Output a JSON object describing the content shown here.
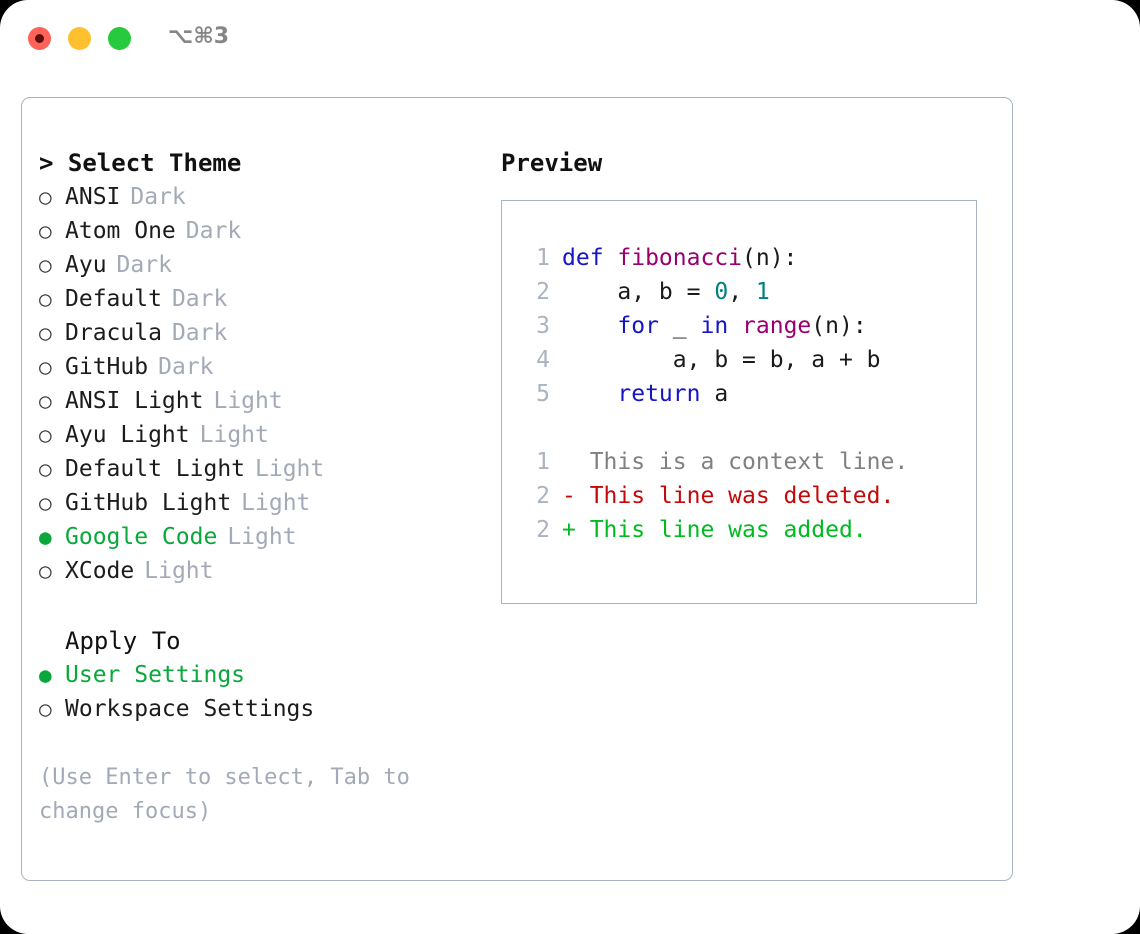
{
  "titlebar": {
    "shortcut": "⌥⌘3",
    "dots": [
      "close",
      "minimize",
      "maximize"
    ]
  },
  "theme_section": {
    "header": "> Select Theme",
    "header_focused": true,
    "bullet_unselected": "○",
    "bullet_selected": "●",
    "items": [
      {
        "label": "ANSI",
        "tag": "Dark",
        "selected": false
      },
      {
        "label": "Atom One",
        "tag": "Dark",
        "selected": false
      },
      {
        "label": "Ayu",
        "tag": "Dark",
        "selected": false
      },
      {
        "label": "Default",
        "tag": "Dark",
        "selected": false
      },
      {
        "label": "Dracula",
        "tag": "Dark",
        "selected": false
      },
      {
        "label": "GitHub",
        "tag": "Dark",
        "selected": false
      },
      {
        "label": "ANSI Light",
        "tag": "Light",
        "selected": false
      },
      {
        "label": "Ayu Light",
        "tag": "Light",
        "selected": false
      },
      {
        "label": "Default Light",
        "tag": "Light",
        "selected": false
      },
      {
        "label": "GitHub Light",
        "tag": "Light",
        "selected": false
      },
      {
        "label": "Google Code",
        "tag": "Light",
        "selected": true
      },
      {
        "label": "XCode",
        "tag": "Light",
        "selected": false
      }
    ]
  },
  "apply_section": {
    "header": "Apply To",
    "header_focused": false,
    "items": [
      {
        "label": "User Settings",
        "tag": "",
        "selected": true
      },
      {
        "label": "Workspace Settings",
        "tag": "",
        "selected": false
      }
    ]
  },
  "hint": "(Use Enter to select, Tab to change focus)",
  "preview": {
    "title": "Preview",
    "code_lines": [
      {
        "no": "1",
        "tokens": [
          {
            "t": "def ",
            "c": "kw"
          },
          {
            "t": "fibonacci",
            "c": "fn"
          },
          {
            "t": "(n):",
            "c": "pl"
          }
        ]
      },
      {
        "no": "2",
        "tokens": [
          {
            "t": "    a, b = ",
            "c": "pl"
          },
          {
            "t": "0",
            "c": "num"
          },
          {
            "t": ", ",
            "c": "pl"
          },
          {
            "t": "1",
            "c": "num"
          }
        ]
      },
      {
        "no": "3",
        "tokens": [
          {
            "t": "    ",
            "c": "pl"
          },
          {
            "t": "for",
            "c": "kw"
          },
          {
            "t": " _ ",
            "c": "pl"
          },
          {
            "t": "in",
            "c": "kw"
          },
          {
            "t": " ",
            "c": "pl"
          },
          {
            "t": "range",
            "c": "fn"
          },
          {
            "t": "(n):",
            "c": "pl"
          }
        ]
      },
      {
        "no": "4",
        "tokens": [
          {
            "t": "        a, b = b, a + b",
            "c": "pl"
          }
        ]
      },
      {
        "no": "5",
        "tokens": [
          {
            "t": "    ",
            "c": "pl"
          },
          {
            "t": "return",
            "c": "kw"
          },
          {
            "t": " a",
            "c": "pl"
          }
        ]
      }
    ],
    "diff_lines": [
      {
        "no": "1",
        "text": "  This is a context line.",
        "kind": "diff-ctx"
      },
      {
        "no": "2",
        "text": "- This line was deleted.",
        "kind": "diff-del"
      },
      {
        "no": "2",
        "text": "+ This line was added.",
        "kind": "diff-add"
      }
    ]
  },
  "colors": {
    "accent_green": "#0aa83c",
    "diff_add": "#00bb22",
    "diff_del": "#c20a0a",
    "muted": "#a3aab7",
    "keyword": "#1515c4",
    "function": "#99006e",
    "number": "#008080",
    "border": "#a9b4c2"
  }
}
